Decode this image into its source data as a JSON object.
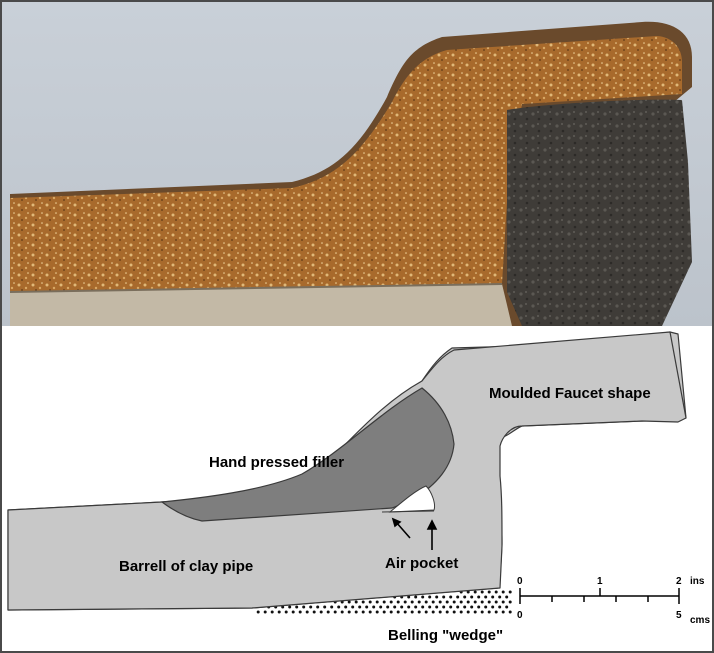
{
  "labels": {
    "moulded_faucet": "Moulded Faucet shape",
    "hand_pressed_filler": "Hand pressed filler",
    "barrel": "Barrell of clay pipe",
    "air_pocket": "Air pocket",
    "belling_wedge": "Belling \"wedge\""
  },
  "scale": {
    "inches_unit": "ins",
    "cms_unit": "cms",
    "inch_ticks": [
      "0",
      "1",
      "2"
    ],
    "cm_ticks": [
      "0",
      "5"
    ]
  },
  "colors": {
    "pipe_body": "#c8c8c8",
    "filler": "#7e7e7e",
    "wedge_dots": "#111111",
    "frame": "#4a4a4a"
  }
}
